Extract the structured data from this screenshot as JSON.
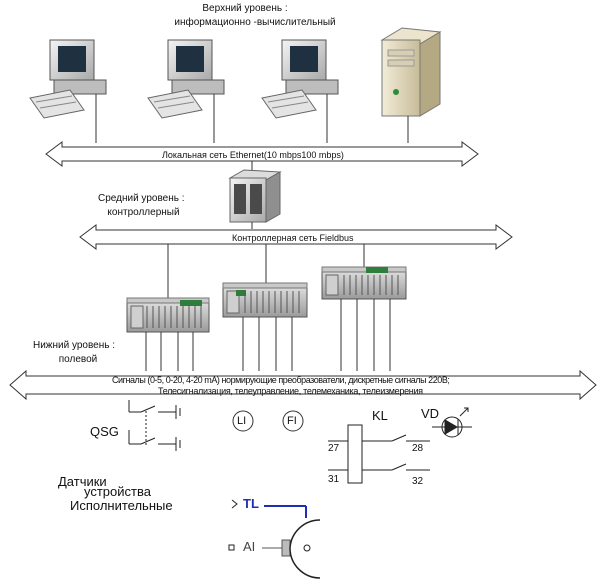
{
  "top_level": {
    "line1": "Верхний уровень  :",
    "line2": "информационно  -вычислительный"
  },
  "lan_bus": {
    "label": "Локальная сеть Ethernet(10 mbps100 mbps)"
  },
  "middle_level": {
    "line1": "Средний уровень  :",
    "line2": "контроллерный"
  },
  "controller_bus": {
    "label": "Контроллерная сеть Fieldbus"
  },
  "bottom_level": {
    "line1": "Нижний уровень  :",
    "line2": "полевой"
  },
  "signals": {
    "line1": "Сигналы (0-5, 0-20, 4-20 mA) нормирующие преобразователи, дискретные сигналы 220В;",
    "line2": "Телесигнализация, телеуправление, телемеханика, телеизмерения"
  },
  "devices": {
    "qsg": "QSG",
    "li": "LI",
    "fi": "FI",
    "kl": "KL",
    "vd": "VD",
    "n27": "27",
    "n28": "28",
    "n31": "31",
    "n32": "32",
    "tl": "TL",
    "ai": "AI"
  },
  "legend": {
    "sensors": "Датчики",
    "devices": "устройства",
    "actuators": "Исполнительные"
  },
  "colors": {
    "tl_line": "#1f2fb0",
    "sensor_line": "#1f2fb0"
  }
}
